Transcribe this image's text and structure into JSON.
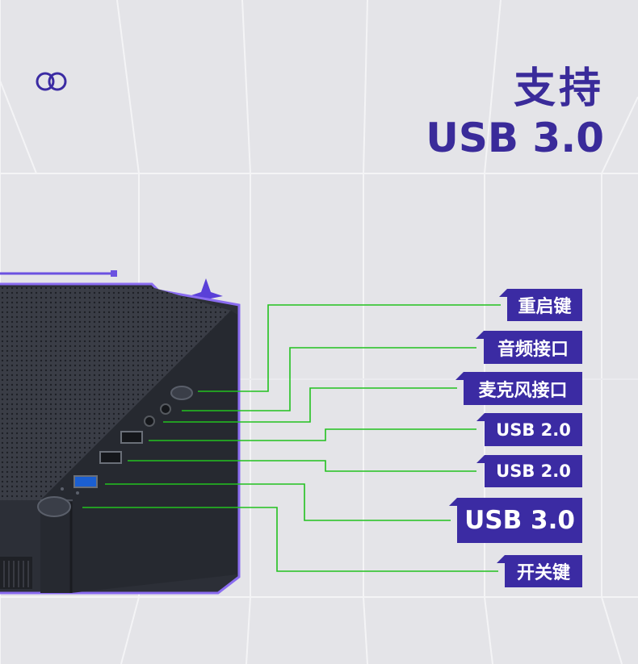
{
  "headline": {
    "line1": "支持",
    "line2": "USB 3.0"
  },
  "brand": {
    "logo": "double-ring-logo",
    "accent": "#3b2ba3",
    "highlight": "#8a6cf0",
    "line_color": "#22c21f"
  },
  "labels": [
    {
      "id": "restart",
      "text": "重启键"
    },
    {
      "id": "audio",
      "text": "音频接口"
    },
    {
      "id": "mic",
      "text": "麦克风接口"
    },
    {
      "id": "usb2a",
      "text": "USB 2.0"
    },
    {
      "id": "usb2b",
      "text": "USB 2.0"
    },
    {
      "id": "usb3",
      "text": "USB 3.0"
    },
    {
      "id": "power",
      "text": "开关键"
    }
  ]
}
